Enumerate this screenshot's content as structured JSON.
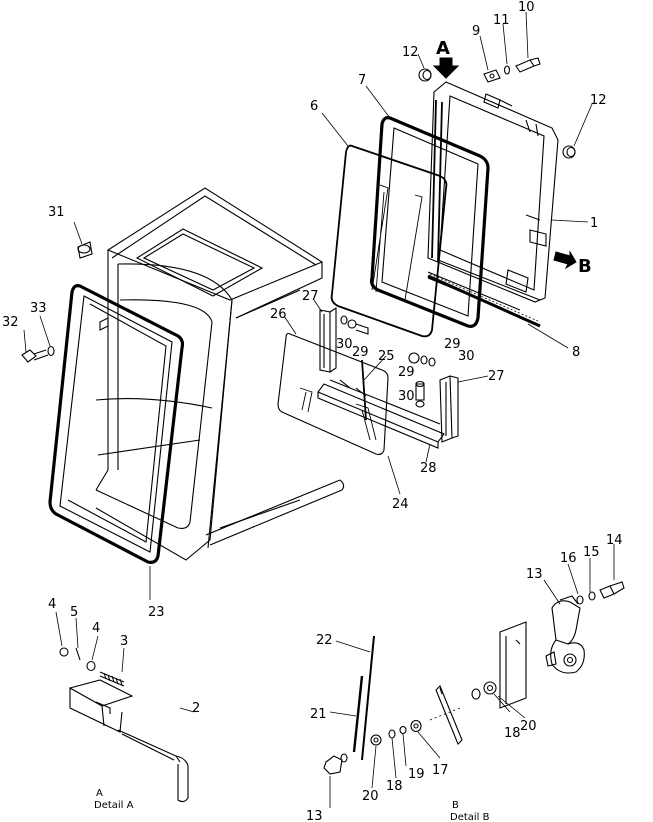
{
  "diagram": {
    "view_labels": {
      "A": "A",
      "B": "B"
    },
    "details": {
      "a_title": "A",
      "a_caption": "Detail A",
      "b_title": "B",
      "b_caption": "Detail B"
    },
    "callouts": {
      "c1": "1",
      "c2": "2",
      "c3": "3",
      "c4a": "4",
      "c4b": "4",
      "c5": "5",
      "c6": "6",
      "c7": "7",
      "c8": "8",
      "c9": "9",
      "c10": "10",
      "c11": "11",
      "c12a": "12",
      "c12b": "12",
      "c13a": "13",
      "c13b": "13",
      "c14": "14",
      "c15": "15",
      "c16": "16",
      "c17": "17",
      "c18a": "18",
      "c18b": "18",
      "c19": "19",
      "c20a": "20",
      "c20b": "20",
      "c21": "21",
      "c22": "22",
      "c23": "23",
      "c24": "24",
      "c25": "25",
      "c26": "26",
      "c27a": "27",
      "c27b": "27",
      "c28": "28",
      "c29a": "29",
      "c29b": "29",
      "c29c": "29",
      "c30a": "30",
      "c30b": "30",
      "c30c": "30",
      "c31": "31",
      "c32": "32",
      "c33": "33"
    }
  }
}
